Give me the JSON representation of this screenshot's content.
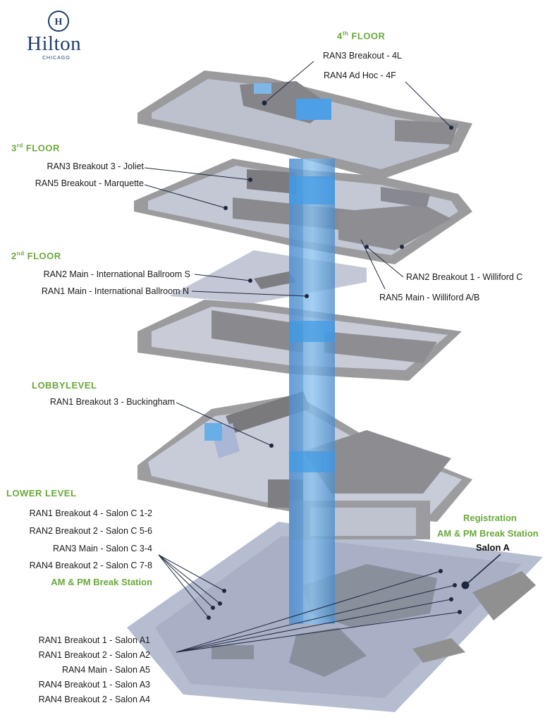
{
  "logo": {
    "wordmark": "Hilton",
    "city": "CHICAGO"
  },
  "floors": {
    "fourth": {
      "num": "4",
      "suffix": "th",
      "name": "FLOOR"
    },
    "third": {
      "num": "3",
      "suffix": "rd",
      "name": "FLOOR"
    },
    "second": {
      "num": "2",
      "suffix": "nd",
      "name": "FLOOR"
    },
    "lobby": {
      "name": "LOBBYLEVEL"
    },
    "lower": {
      "name": "LOWER LEVEL"
    }
  },
  "rooms": {
    "fourth": [
      "RAN3 Breakout - 4L",
      "RAN4 Ad Hoc - 4F"
    ],
    "third_left": [
      "RAN3 Breakout 3 - Joliet",
      "RAN5 Breakout - Marquette"
    ],
    "third_right": [
      "RAN2 Breakout 1 - Williford C",
      "RAN5 Main - Williford A/B"
    ],
    "second": [
      "RAN2 Main - International Ballroom S",
      "RAN1 Main - International Ballroom N"
    ],
    "lobby": [
      "RAN1 Breakout 3 - Buckingham"
    ],
    "lower_top": [
      "RAN1 Breakout 4 - Salon C 1-2",
      "RAN2 Breakout 2 - Salon C 5-6",
      "RAN3 Main - Salon C 3-4",
      "RAN4 Breakout 2 - Salon C 7-8"
    ],
    "lower_break": "AM & PM Break Station",
    "lower_bottom": [
      "RAN1 Breakout 1 - Salon A1",
      "RAN1 Breakout 2 - Salon A2",
      "RAN4 Main - Salon A5",
      "RAN4 Breakout 1 - Salon A3",
      "RAN4 Breakout 2 - Salon A4"
    ],
    "registration": "Registration",
    "registration_break": "AM & PM Break Station",
    "salon_a": "Salon A"
  }
}
